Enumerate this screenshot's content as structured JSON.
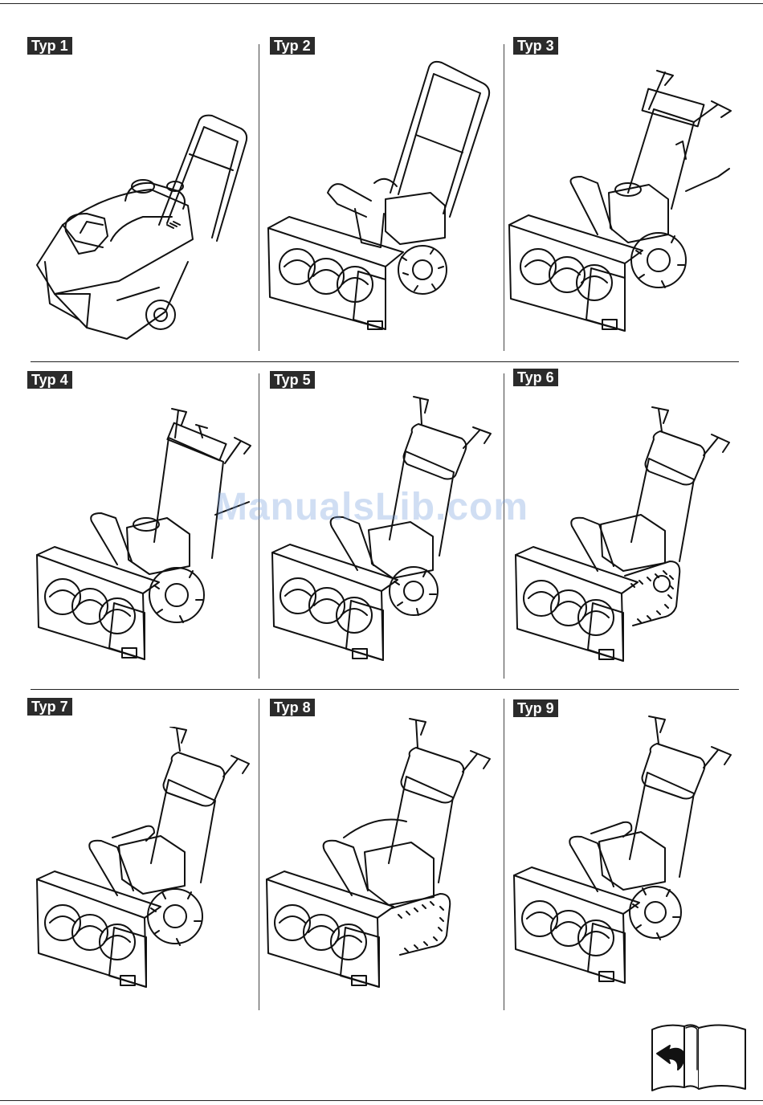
{
  "panels": [
    {
      "label": "Typ 1",
      "track": false,
      "wheels": true
    },
    {
      "label": "Typ 2",
      "track": false,
      "wheels": true
    },
    {
      "label": "Typ 3",
      "track": false,
      "wheels": true
    },
    {
      "label": "Typ 4",
      "track": false,
      "wheels": true
    },
    {
      "label": "Typ 5",
      "track": false,
      "wheels": true
    },
    {
      "label": "Typ 6",
      "track": true,
      "wheels": false
    },
    {
      "label": "Typ 7",
      "track": false,
      "wheels": true
    },
    {
      "label": "Typ 8",
      "track": true,
      "wheels": false
    },
    {
      "label": "Typ 9",
      "track": false,
      "wheels": true
    }
  ],
  "watermark": "ManualsLib.com",
  "icons": {
    "footer": "open-book-turn-page-icon"
  }
}
